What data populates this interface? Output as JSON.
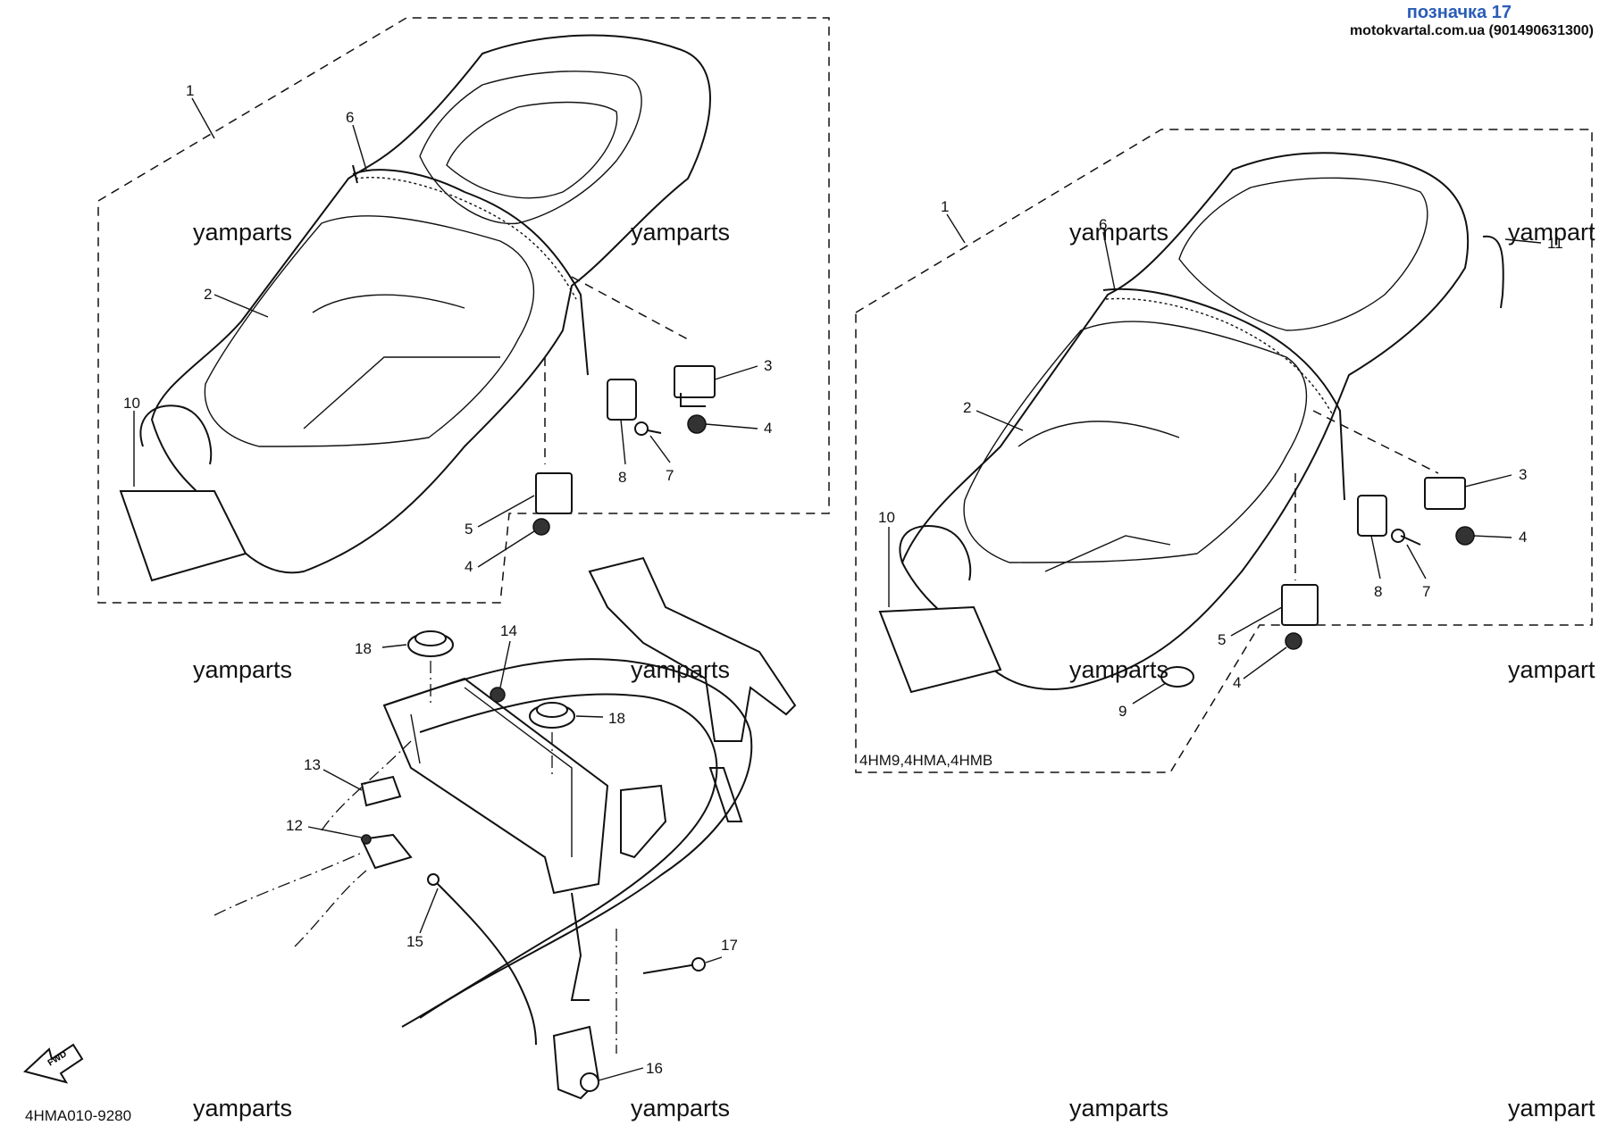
{
  "header": {
    "ref_label": "позначка 17",
    "site_label": "motokvartal.com.ua (901490631300)"
  },
  "watermark_text": "yamparts",
  "watermark_text_cut": "yampart",
  "diagram_code": "4HMA010-9280",
  "variant_label": "4HM9,4HMA,4HMB",
  "fwd_label": "FWD",
  "callouts": {
    "left": [
      "1",
      "2",
      "3",
      "4",
      "4",
      "5",
      "6",
      "7",
      "8",
      "10"
    ],
    "right": [
      "1",
      "2",
      "3",
      "4",
      "4",
      "5",
      "6",
      "7",
      "8",
      "9",
      "10",
      "11"
    ],
    "frame": [
      "12",
      "13",
      "14",
      "15",
      "16",
      "17",
      "18",
      "18"
    ]
  }
}
